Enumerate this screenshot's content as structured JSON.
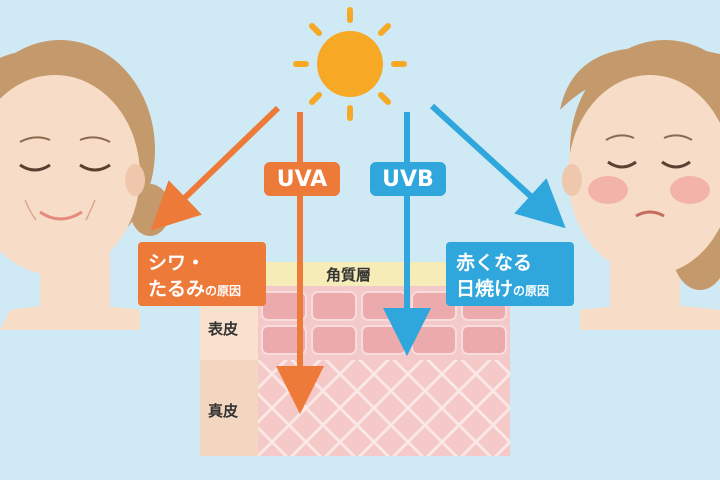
{
  "rays": {
    "uva_label": "UVA",
    "uvb_label": "UVB"
  },
  "effects": {
    "uva_line1": "シワ・",
    "uva_line2": "たるみ",
    "uva_suffix": "の原因",
    "uvb_line1": "赤くなる",
    "uvb_line2": "日焼け",
    "uvb_suffix": "の原因"
  },
  "skin_layers": {
    "stratum_corneum": "角質層",
    "epidermis": "表皮",
    "dermis": "真皮"
  },
  "colors": {
    "background": "#cfe9f5",
    "uva": "#ee7a3a",
    "uvb": "#2fa7dc",
    "sun": "#f7a825",
    "skin": "#f7dcc7",
    "hair": "#c49a6c"
  },
  "icons": [
    "sun-icon",
    "aged-woman-face",
    "sunburned-woman-face"
  ]
}
